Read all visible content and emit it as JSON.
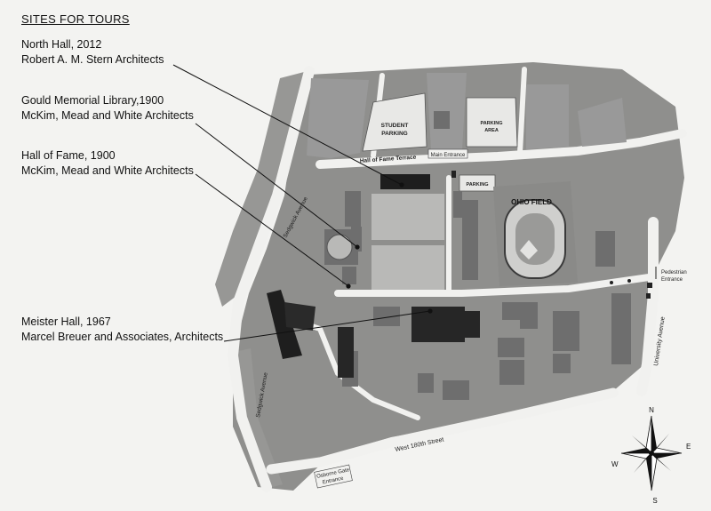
{
  "heading": "SITES FOR TOURS",
  "sites": [
    {
      "name": "North Hall, 2012",
      "architect": "Robert A. M. Stern Architects"
    },
    {
      "name": "Gould Memorial Library,1900",
      "architect": "McKim, Mead and White Architects"
    },
    {
      "name": "Hall of Fame, 1900",
      "architect": "McKim, Mead and White Architects"
    },
    {
      "name": "Meister Hall, 1967",
      "architect": "Marcel Breuer and Associates, Architects"
    }
  ],
  "map_labels": {
    "student_parking_1": "STUDENT",
    "student_parking_2": "PARKING",
    "parking_area_1": "PARKING",
    "parking_area_2": "AREA",
    "parking": "PARKING",
    "hall_of_fame_terrace": "Hall of Fame Terrace",
    "main_entrance": "Main Entrance",
    "ohio_field": "OHIO FIELD",
    "sedgwick_avenue_top": "Sedgwick Avenue",
    "sedgwick_avenue_bottom": "Sedgwick Avenue",
    "university_avenue": "University Avenue",
    "pedestrian_entrance_1": "Pedestrian",
    "pedestrian_entrance_2": "Entrance",
    "west_180th_street": "West 180th Street",
    "osborne_gate_1": "Osborne Gate",
    "osborne_gate_2": "Entrance"
  },
  "compass": {
    "n": "N",
    "e": "E",
    "s": "S",
    "w": "W"
  },
  "colors": {
    "paper": "#f3f3f1",
    "land": "#8a8a8a",
    "road": "#f1f1ef",
    "lawn": "#b9b9b7",
    "building": "#6e6e6e",
    "highlight": "#1e1e1e",
    "leader": "#111111"
  }
}
